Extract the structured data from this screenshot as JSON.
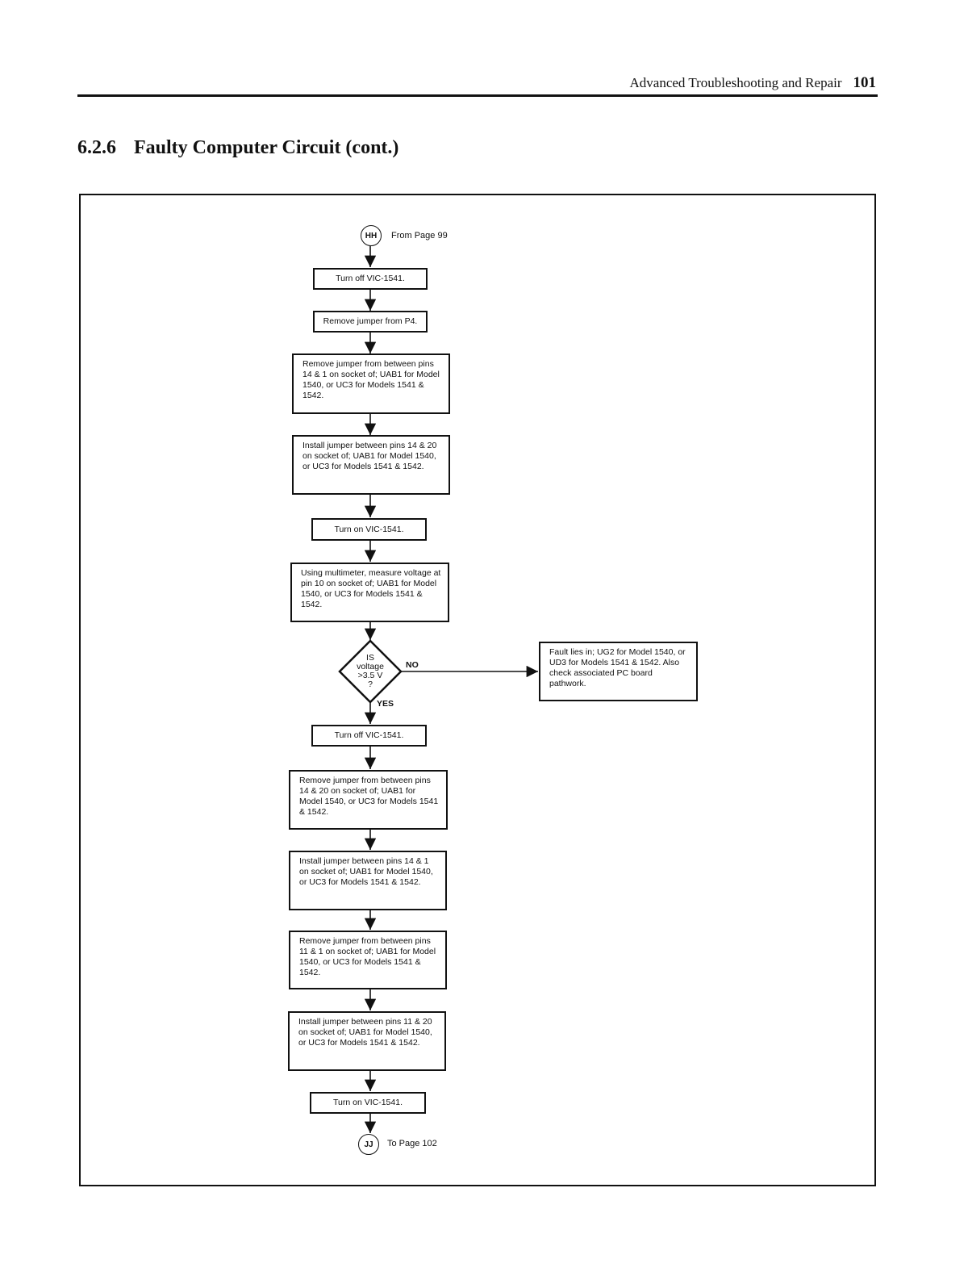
{
  "header": {
    "running_title": "Advanced Troubleshooting and Repair",
    "page_number": "101"
  },
  "section": {
    "number": "6.2.6",
    "title": "Faulty Computer Circuit (cont.)"
  },
  "flowchart": {
    "start_connector": {
      "label": "HH",
      "note": "From Page 99"
    },
    "end_connector": {
      "label": "JJ",
      "note": "To Page 102"
    },
    "steps_before": [
      "Turn off VIC-1541.",
      "Remove jumper from P4.",
      "Remove jumper from between pins 14 & 1 on socket of; UAB1 for Model 1540, or UC3 for Models 1541 & 1542.",
      "Install jumper between pins 14 & 20 on socket of; UAB1 for Model 1540, or UC3 for Models 1541 & 1542.",
      "Turn on VIC-1541.",
      "Using multimeter, measure voltage at pin 10 on socket of; UAB1 for Model 1540, or UC3 for Models 1541 & 1542."
    ],
    "decision": {
      "lines": [
        "IS",
        "voltage",
        ">3.5 V",
        "?"
      ],
      "no_label": "NO",
      "yes_label": "YES",
      "no_result": "Fault lies in; UG2 for Model 1540, or UD3 for Models 1541 & 1542. Also check associated PC board pathwork."
    },
    "steps_after": [
      "Turn off VIC-1541.",
      "Remove jumper from between pins 14 & 20 on socket of; UAB1 for Model 1540, or UC3 for Models 1541 & 1542.",
      "Install jumper between pins 14 & 1 on socket of; UAB1 for Model 1540, or UC3 for Models 1541 & 1542.",
      "Remove jumper from between pins 11 & 1 on socket of; UAB1 for Model 1540, or UC3 for Models 1541 & 1542.",
      "Install jumper between pins 11 & 20 on socket of; UAB1 for Model 1540, or UC3 for Models 1541 & 1542.",
      "Turn on VIC-1541."
    ]
  }
}
